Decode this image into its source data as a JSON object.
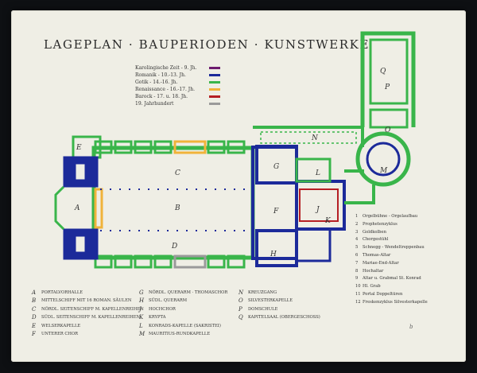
{
  "title": "LAGEPLAN · BAUPERIODEN · KUNSTWERKE",
  "legend": [
    {
      "label": "Karolingische Zeit - 9. Jh.",
      "color": "#6c1b6e"
    },
    {
      "label": "Romanik - 10.-13. Jh.",
      "color": "#1c2a9a"
    },
    {
      "label": "Gotik - 14.-16. Jh.",
      "color": "#39b54a"
    },
    {
      "label": "Renaissance - 16.-17. Jh.",
      "color": "#f0b33a"
    },
    {
      "label": "Barock - 17. u. 18. Jh.",
      "color": "#b51f24"
    },
    {
      "label": "19. Jahrhundert",
      "color": "#9a9a9a"
    }
  ],
  "plan_labels": {
    "A": "A",
    "B": "B",
    "C": "C",
    "D": "D",
    "E": "E",
    "F": "F",
    "G": "G",
    "H": "H",
    "J": "J",
    "K": "K",
    "L": "L",
    "M": "M",
    "N": "N",
    "O": "O",
    "P": "P",
    "Q": "Q"
  },
  "letter_key_col1": [
    {
      "k": "A",
      "v": "PORTALVORHALLE"
    },
    {
      "k": "B",
      "v": "MITTELSCHIFF MIT 16 ROMAN. SÄULEN"
    },
    {
      "k": "C",
      "v": "NÖRDL. SEITENSCHIFF M. KAPELLENREIHEN"
    },
    {
      "k": "D",
      "v": "SÜDL. SEITENSCHIFF M. KAPELLENREIHEN"
    },
    {
      "k": "E",
      "v": "WELSERKAPELLE"
    },
    {
      "k": "F",
      "v": "UNTERER CHOR"
    }
  ],
  "letter_key_col2": [
    {
      "k": "G",
      "v": "NÖRDL. QUERARM · THOMASCHOR"
    },
    {
      "k": "H",
      "v": "SÜDL. QUERARM"
    },
    {
      "k": "J",
      "v": "HOCHCHOR"
    },
    {
      "k": "K",
      "v": "KRYPTA"
    },
    {
      "k": "L",
      "v": "KONRADS-KAPELLE (SAKRISTEI)"
    },
    {
      "k": "M",
      "v": "MAURITIUS-RUNDKAPELLE"
    }
  ],
  "letter_key_col3": [
    {
      "k": "N",
      "v": "KREUZGANG"
    },
    {
      "k": "O",
      "v": "SILVESTERKAPELLE"
    },
    {
      "k": "P",
      "v": "DOMSCHULE"
    },
    {
      "k": "Q",
      "v": "KAPITELSAAL (OBERGESCHOSS)"
    }
  ],
  "number_key": [
    {
      "n": "1",
      "v": "Orgelbühne - Orgelaufbau"
    },
    {
      "n": "2",
      "v": "Prophetenzyklus"
    },
    {
      "n": "3",
      "v": "Goldkolben"
    },
    {
      "n": "4",
      "v": "Chorgestühl"
    },
    {
      "n": "5",
      "v": "Schnegg - Wendeltreppenbau"
    },
    {
      "n": "6",
      "v": "Thomas-Altar"
    },
    {
      "n": "7",
      "v": "Mariae-End-Altar"
    },
    {
      "n": "8",
      "v": "Hochaltar"
    },
    {
      "n": "9",
      "v": "Altar u. Grabmal St. Konrad"
    },
    {
      "n": "10",
      "v": "Hl. Grab"
    },
    {
      "n": "11",
      "v": "Portal Doppeltüren"
    },
    {
      "n": "12",
      "v": "Freskenzyklus Silvesterkapelle"
    }
  ],
  "signature": "b"
}
